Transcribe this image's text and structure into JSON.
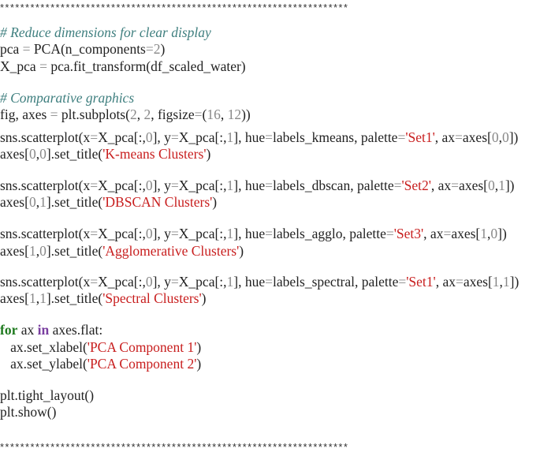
{
  "separator": "*********************************************************************",
  "code": {
    "comment1": "# Reduce dimensions for clear display",
    "pca": {
      "a": "pca ",
      "eq": "=",
      "b": " PCA(n_components",
      "eq2": "=",
      "n": "2",
      "c": ")"
    },
    "xpca": {
      "a": "X_pca ",
      "eq": "=",
      "b": " pca.fit_transform(df_scaled_water)"
    },
    "comment2": "# Comparative graphics",
    "fig": {
      "a": "fig, axes ",
      "eq": "=",
      "b": " plt.subplots(",
      "n1": "2",
      "c": ", ",
      "n2": "2",
      "d": ", figsize",
      "eq2": "=",
      "e": "(",
      "n3": "16",
      "f": ", ",
      "n4": "12",
      "g": "))"
    },
    "plots": [
      {
        "hue": "labels_kmeans",
        "palette": "'Set1'",
        "i": "0",
        "j": "0",
        "title": "'K-means Clusters'"
      },
      {
        "hue": "labels_dbscan",
        "palette": "'Set2'",
        "i": "0",
        "j": "1",
        "title": "'DBSCAN Clusters'"
      },
      {
        "hue": "labels_agglo",
        "palette": "'Set3'",
        "i": "1",
        "j": "0",
        "title": "'Agglomerative Clusters'"
      },
      {
        "hue": "labels_spectral",
        "palette": "'Set1'",
        "i": "1",
        "j": "1",
        "title": "'Spectral Clusters'"
      }
    ],
    "scatter": {
      "a": "sns.scatterplot(x",
      "b": "X_pca[:,",
      "c": "], y",
      "d": "X_pca[:,",
      "e": "], hue",
      "f": ", palette",
      "g": ", ax",
      "h": "axes["
    },
    "loop": {
      "for": "for",
      "mid": " ax ",
      "in": "in",
      "rest": " axes.flat:"
    },
    "xlabel": {
      "a": "   ax.set_xlabel(",
      "s": "'PCA Component 1'",
      "b": ")"
    },
    "ylabel": {
      "a": "   ax.set_ylabel(",
      "s": "'PCA Component 2'",
      "b": ")"
    },
    "tight": "plt.tight_layout()",
    "show": "plt.show()"
  }
}
